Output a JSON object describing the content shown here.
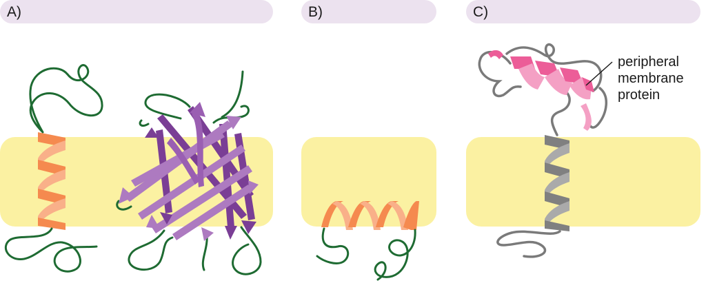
{
  "panels": [
    {
      "label": "A)"
    },
    {
      "label": "B)"
    },
    {
      "label": "C)"
    }
  ],
  "annotation": {
    "line1": "peripheral",
    "line2": "membrane",
    "line3": "protein"
  },
  "colors": {
    "header": "#ece2ef",
    "membrane": "#fbf1a2",
    "loop_green": "#1e6b32",
    "helix_orange": "#f58a4f",
    "helix_orange_light": "#f9b089",
    "strand_purple": "#8a4ea3",
    "strand_purple_light": "#ad7ac0",
    "helix_gray": "#808080",
    "helix_gray_light": "#aaaaaa",
    "helix_pink": "#ec5d98",
    "helix_pink_light": "#f4a0c4",
    "loop_gray": "#7a7a7a"
  },
  "icons": [
    "transmembrane-helix",
    "beta-barrel",
    "amphipathic-helix",
    "anchored-helix"
  ]
}
